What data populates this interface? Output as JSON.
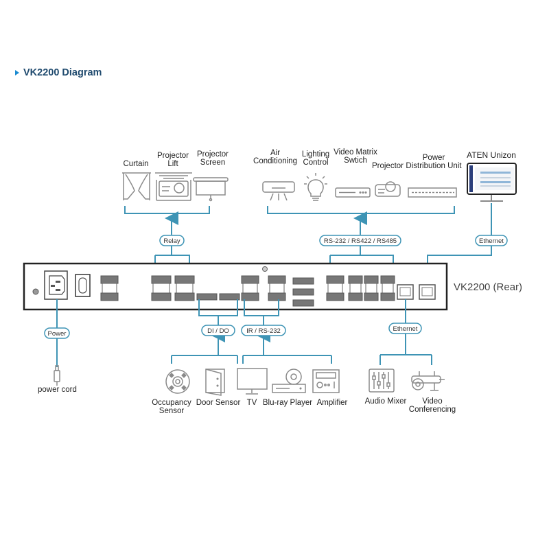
{
  "header": {
    "title": "VK2200 Diagram"
  },
  "device": {
    "label": "VK2200 (Rear)"
  },
  "top_left_group": {
    "items": [
      {
        "label_line1": "",
        "label_line2": "Curtain",
        "icon": "curtain-icon"
      },
      {
        "label_line1": "Projector",
        "label_line2": "Lift",
        "icon": "projector-lift-icon"
      },
      {
        "label_line1": "Projector",
        "label_line2": "Screen",
        "icon": "projector-screen-icon"
      }
    ],
    "connection": "Relay"
  },
  "top_right_group": {
    "items": [
      {
        "label_line1": "Air",
        "label_line2": "Conditioning",
        "icon": "air-conditioner-icon"
      },
      {
        "label_line1": "Lighting",
        "label_line2": "Control",
        "icon": "light-bulb-icon"
      },
      {
        "label_line1": "Video Matrix",
        "label_line2": "Swtich",
        "icon": "video-matrix-icon"
      },
      {
        "label_line1": "",
        "label_line2": "Projector",
        "icon": "projector-icon"
      },
      {
        "label_line1": "Power",
        "label_line2": "Distribution Unit",
        "icon": "pdu-icon"
      }
    ],
    "connection": "RS-232 / RS422 / RS485"
  },
  "unizon": {
    "label": "ATEN Unizon",
    "icon": "monitor-icon",
    "connection": "Ethernet"
  },
  "power": {
    "connection": "Power",
    "label": "power cord",
    "icon": "power-cord-icon"
  },
  "bottom_dido_group": {
    "connection": "DI / DO",
    "items": [
      {
        "label_line1": "Occupancy",
        "label_line2": "Sensor",
        "icon": "occupancy-sensor-icon"
      },
      {
        "label_line1": "Door Sensor",
        "label_line2": "",
        "icon": "door-sensor-icon"
      }
    ]
  },
  "bottom_ir_group": {
    "connection": "IR / RS-232",
    "items": [
      {
        "label_line1": "TV",
        "icon": "tv-icon"
      },
      {
        "label_line1": "Blu-ray Player",
        "icon": "bluray-player-icon"
      },
      {
        "label_line1": "Amplifier",
        "icon": "amplifier-icon"
      }
    ]
  },
  "bottom_eth_group": {
    "connection": "Ethernet",
    "items": [
      {
        "label_line1": "Audio Mixer",
        "label_line2": "",
        "icon": "audio-mixer-icon"
      },
      {
        "label_line1": "Video",
        "label_line2": "Conferencing",
        "icon": "video-conferencing-icon"
      }
    ]
  },
  "colors": {
    "accent": "#3e94b5",
    "title": "#1f4a6e",
    "title_marker": "#1a8bd1",
    "icon": "#8a8a8a"
  }
}
